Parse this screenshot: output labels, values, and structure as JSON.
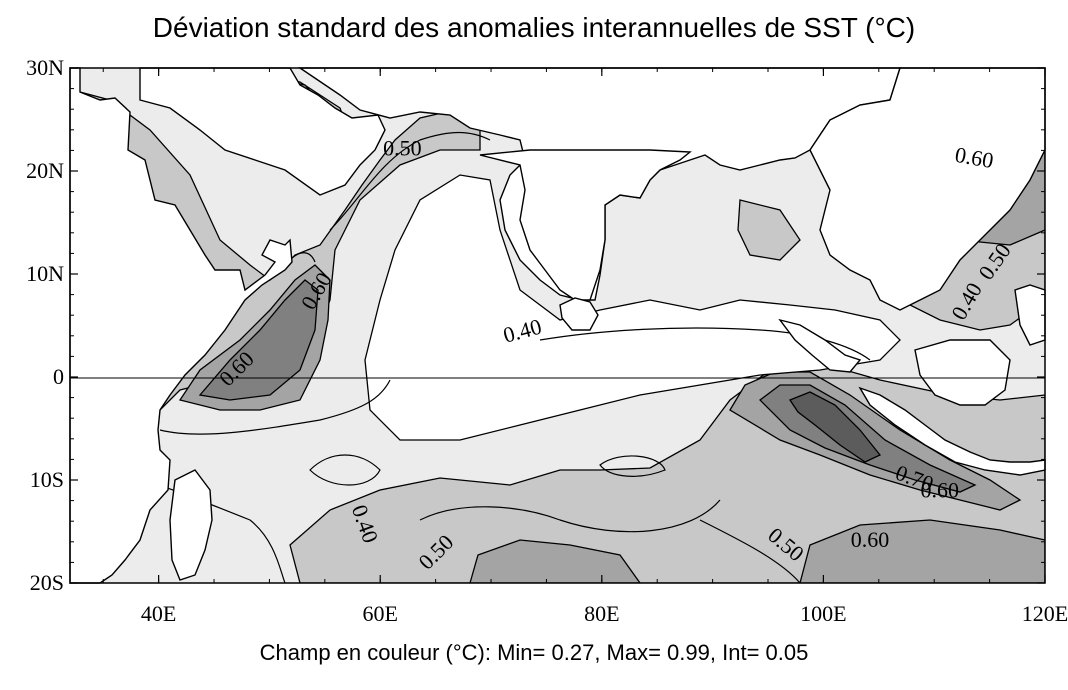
{
  "title": "Déviation standard des anomalies interannuelles de SST (°C)",
  "caption": "Champ en couleur (°C): Min= 0.27, Max= 0.99, Int= 0.05",
  "map": {
    "lon_range": [
      32,
      120
    ],
    "lat_range": [
      -20,
      30
    ],
    "x_ticks": [
      {
        "value": 40,
        "label": "40E"
      },
      {
        "value": 60,
        "label": "60E"
      },
      {
        "value": 80,
        "label": "80E"
      },
      {
        "value": 100,
        "label": "100E"
      },
      {
        "value": 120,
        "label": "120E"
      }
    ],
    "y_ticks": [
      {
        "value": 30,
        "label": "30N"
      },
      {
        "value": 20,
        "label": "20N"
      },
      {
        "value": 10,
        "label": "10N"
      },
      {
        "value": 0,
        "label": "0"
      },
      {
        "value": -10,
        "label": "10S"
      },
      {
        "value": -20,
        "label": "20S"
      }
    ],
    "contour_labels": [
      {
        "text": "0.50",
        "lon": 62.0,
        "lat": 21.5,
        "rotate": 0
      },
      {
        "text": "0.60",
        "lon": 113.5,
        "lat": 20.6,
        "rotate": 10
      },
      {
        "text": "0.60",
        "lon": 54.8,
        "lat": 8.0,
        "rotate": -60
      },
      {
        "text": "0.40",
        "lon": 73.0,
        "lat": 3.8,
        "rotate": -15
      },
      {
        "text": "0.40",
        "lon": 113.5,
        "lat": 7.0,
        "rotate": -60
      },
      {
        "text": "0.50",
        "lon": 116.0,
        "lat": 10.8,
        "rotate": -55
      },
      {
        "text": "0.60",
        "lon": 47.5,
        "lat": 0.3,
        "rotate": -45
      },
      {
        "text": "0.70",
        "lon": 108.0,
        "lat": -10.5,
        "rotate": 20
      },
      {
        "text": "0.60",
        "lon": 110.5,
        "lat": -11.7,
        "rotate": 0
      },
      {
        "text": "0.40",
        "lon": 58.0,
        "lat": -14.5,
        "rotate": 70
      },
      {
        "text": "0.50",
        "lon": 65.5,
        "lat": -17.5,
        "rotate": -45
      },
      {
        "text": "0.50",
        "lon": 96.2,
        "lat": -16.8,
        "rotate": 40
      },
      {
        "text": "0.60",
        "lon": 104.2,
        "lat": -16.5,
        "rotate": 0
      }
    ],
    "shade_colors": {
      "lt040": "#ffffff",
      "c040": "#ececec",
      "c050": "#c8c8c8",
      "c060": "#a4a4a4",
      "c070": "#808080",
      "c080": "#5c5c5c",
      "land": "#ffffff"
    }
  }
}
